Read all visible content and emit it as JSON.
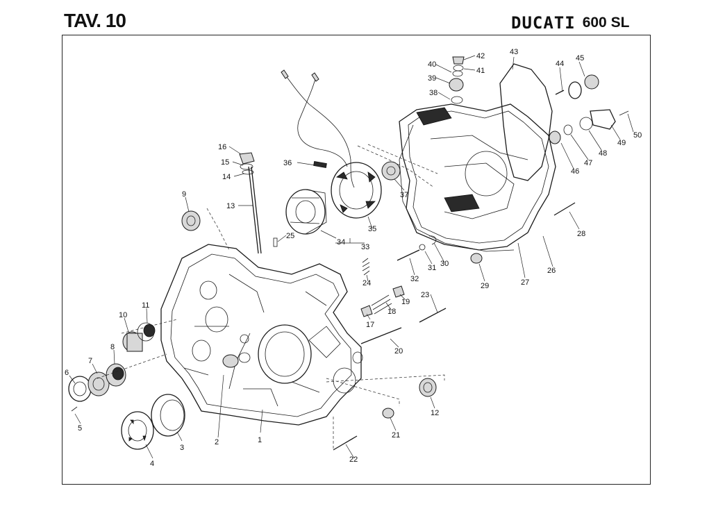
{
  "header": {
    "table_label": "TAV. 10",
    "brand": "DUCATI",
    "model": "600 SL"
  },
  "callouts": [
    {
      "num": "1"
    },
    {
      "num": "2"
    },
    {
      "num": "3"
    },
    {
      "num": "4"
    },
    {
      "num": "5"
    },
    {
      "num": "6"
    },
    {
      "num": "7"
    },
    {
      "num": "8"
    },
    {
      "num": "9"
    },
    {
      "num": "10"
    },
    {
      "num": "11"
    },
    {
      "num": "12"
    },
    {
      "num": "13"
    },
    {
      "num": "14"
    },
    {
      "num": "15"
    },
    {
      "num": "16"
    },
    {
      "num": "17"
    },
    {
      "num": "18"
    },
    {
      "num": "19"
    },
    {
      "num": "20"
    },
    {
      "num": "21"
    },
    {
      "num": "22"
    },
    {
      "num": "23"
    },
    {
      "num": "24"
    },
    {
      "num": "25"
    },
    {
      "num": "26"
    },
    {
      "num": "27"
    },
    {
      "num": "28"
    },
    {
      "num": "29"
    },
    {
      "num": "30"
    },
    {
      "num": "31"
    },
    {
      "num": "32"
    },
    {
      "num": "33"
    },
    {
      "num": "34"
    },
    {
      "num": "35"
    },
    {
      "num": "36"
    },
    {
      "num": "37"
    },
    {
      "num": "38"
    },
    {
      "num": "39"
    },
    {
      "num": "40"
    },
    {
      "num": "41"
    },
    {
      "num": "42"
    },
    {
      "num": "43"
    },
    {
      "num": "44"
    },
    {
      "num": "45"
    },
    {
      "num": "46"
    },
    {
      "num": "47"
    },
    {
      "num": "48"
    },
    {
      "num": "49"
    },
    {
      "num": "50"
    }
  ]
}
